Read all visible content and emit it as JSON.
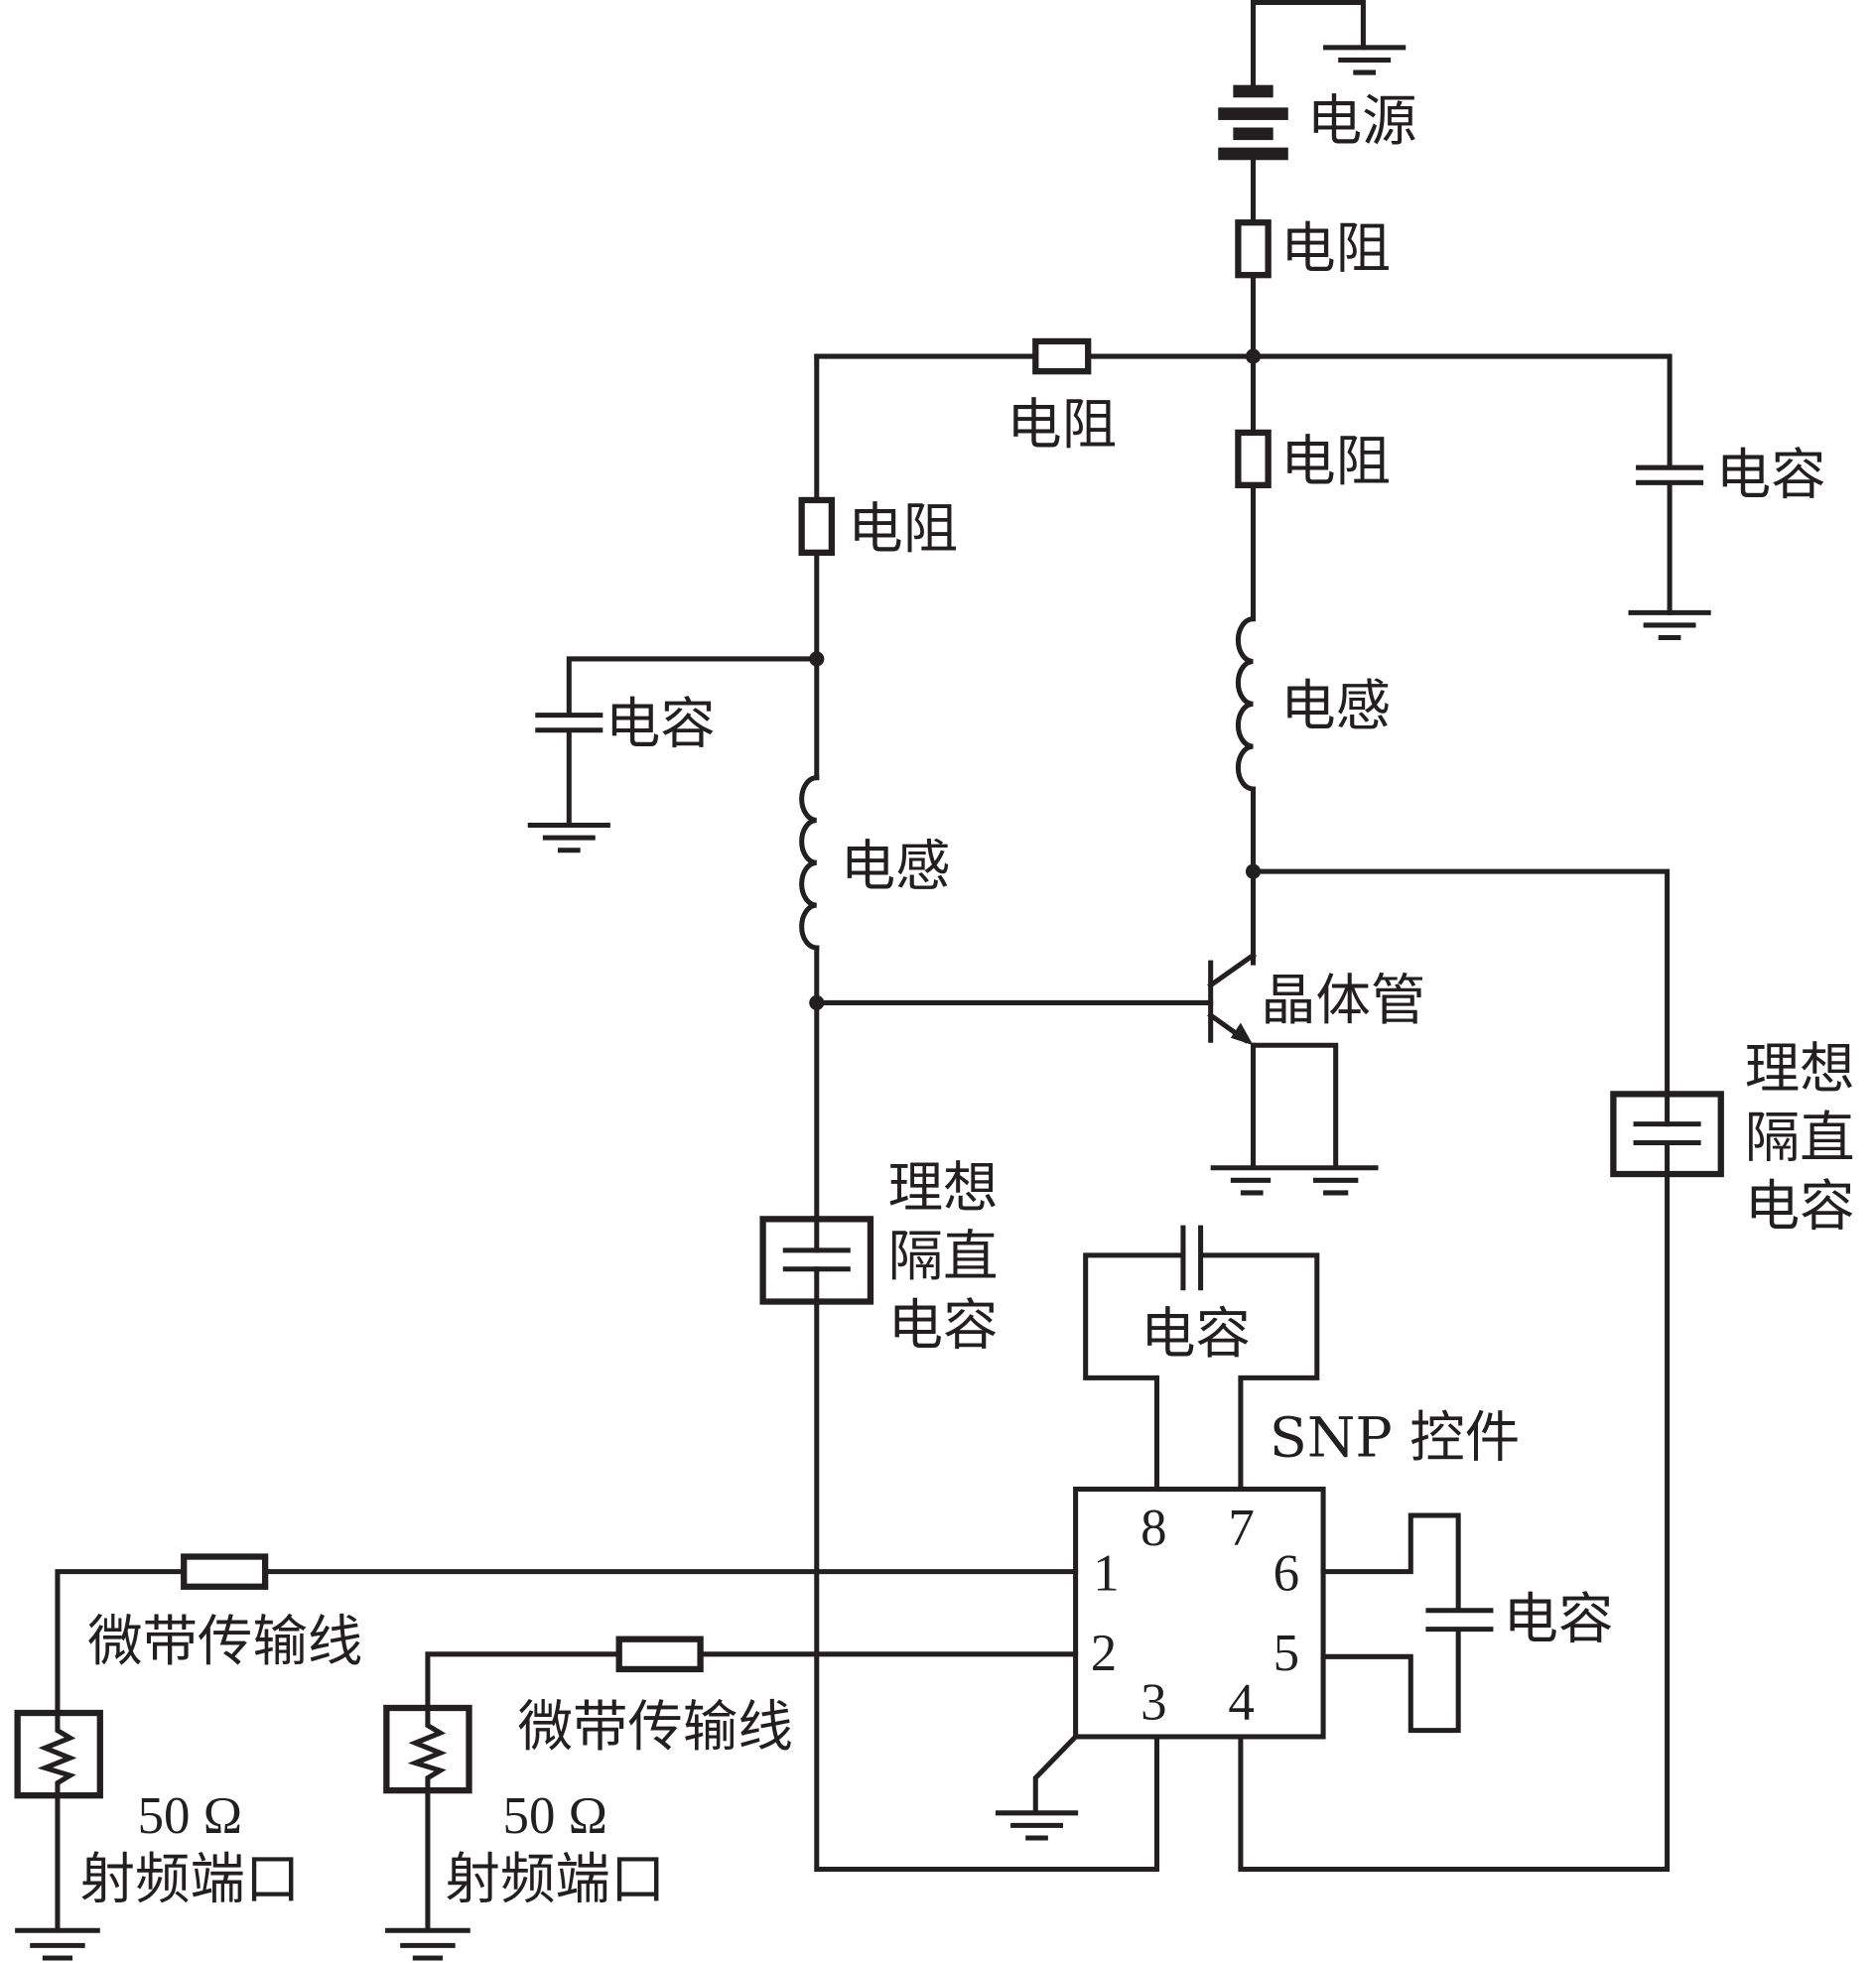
{
  "diagram": {
    "type": "circuit-schematic",
    "stroke_color": "#231f20",
    "background": "#ffffff",
    "labels": {
      "power_source": "电源",
      "resistor_top": "电阻",
      "resistor_horizontal": "电阻",
      "resistor_right": "电阻",
      "resistor_left": "电阻",
      "capacitor_right": "电容",
      "capacitor_left": "电容",
      "inductor_right": "电感",
      "inductor_left": "电感",
      "transistor": "晶体管",
      "dc_block_left_1": "理想",
      "dc_block_left_2": "隔直",
      "dc_block_left_3": "电容",
      "dc_block_right_1": "理想",
      "dc_block_right_2": "隔直",
      "dc_block_right_3": "电容",
      "capacitor_snp_top": "电容",
      "snp_component": "SNP 控件",
      "capacitor_snp_right": "电容",
      "microstrip_1": "微带传输线",
      "microstrip_2": "微带传输线",
      "port_1_impedance": "50 Ω",
      "port_1_name": "射频端口",
      "port_2_impedance": "50 Ω",
      "port_2_name": "射频端口"
    },
    "snp_pins": [
      "1",
      "2",
      "3",
      "4",
      "5",
      "6",
      "7",
      "8"
    ]
  }
}
